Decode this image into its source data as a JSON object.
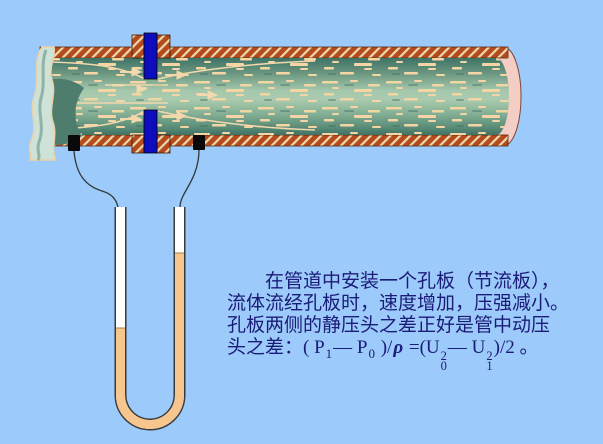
{
  "colors": {
    "background": "#9CCAFA",
    "pipe_wall_base": "#B54A1C",
    "wall_hatch": "#EBD9B0",
    "fluid_dark": "#3E7466",
    "fluid_light": "#AACBAF",
    "orifice_plate": "#0D0DBE",
    "flow_line": "#F2D8AC",
    "manometer_fluid": "#F6C68E",
    "pressure_tap": "#0A0A0A",
    "end_cap": "#F4CEC4",
    "broken_end_fill": "#CFE2D8",
    "broken_end_dark": "#4E7D6E",
    "text": "#1B1B78"
  },
  "caption": {
    "line1": "在管道中安装一个孔板（节流板），",
    "line2": "流体流经孔板时，速度增加，压强减小。",
    "line3": "孔板两侧的静压头之差正好是管中动压",
    "line4_formula": {
      "prefix": "头之差：( P",
      "p1_sub": "1",
      "mid1": "— P",
      "p0_sub": "0",
      "mid2": " )/",
      "rho": "ρ",
      "mid3": " =(U",
      "u0_sup": "2",
      "u0_sub": "0",
      "mid4": "— U",
      "u1_sup": "2",
      "u1_sub": "1",
      "suffix": ")/2 。"
    }
  }
}
